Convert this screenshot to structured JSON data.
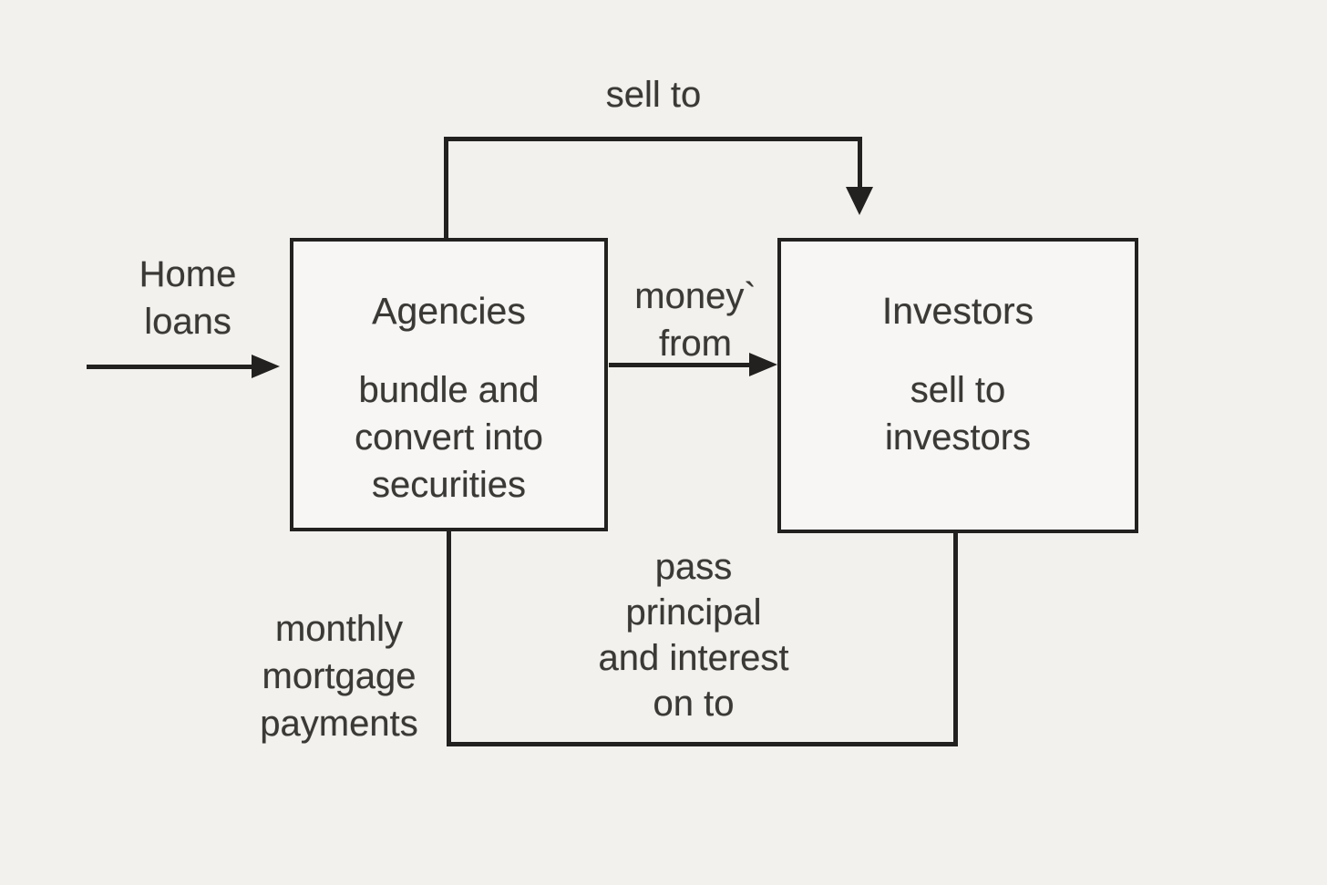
{
  "diagram": {
    "type": "flowchart",
    "colors": {
      "background": "#f2f1ee",
      "node_fill": "#f7f6f4",
      "line": "#22211f",
      "text": "#3a3936"
    },
    "nodes": [
      {
        "id": "agencies",
        "title": "Agencies",
        "body_lines": [
          "bundle and",
          "convert into",
          "securities"
        ]
      },
      {
        "id": "investors",
        "title": "Investors",
        "body_lines": [
          "sell to",
          "investors"
        ]
      }
    ],
    "edge_labels": {
      "sell_to": "sell to",
      "home_loans": [
        "Home",
        "loans"
      ],
      "money_from": [
        "money`",
        "from"
      ],
      "pass_principal": [
        "pass",
        "principal",
        "and interest",
        "on to"
      ],
      "monthly_mortgage": [
        "monthly",
        "mortgage",
        "payments"
      ]
    }
  }
}
